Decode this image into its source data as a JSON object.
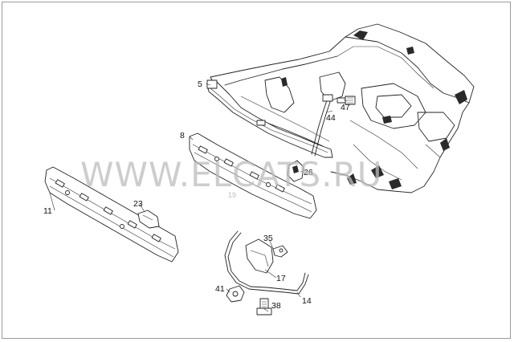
{
  "diagram": {
    "watermark": "WWW.ELCATS.RU",
    "watermark_sub": "19",
    "callouts": [
      {
        "id": "5",
        "label": "5"
      },
      {
        "id": "47",
        "label": "47"
      },
      {
        "id": "44",
        "label": "44"
      },
      {
        "id": "8",
        "label": "8"
      },
      {
        "id": "26",
        "label": "26"
      },
      {
        "id": "23",
        "label": "23"
      },
      {
        "id": "11",
        "label": "11"
      },
      {
        "id": "35",
        "label": "35"
      },
      {
        "id": "17",
        "label": "17"
      },
      {
        "id": "41",
        "label": "41"
      },
      {
        "id": "38",
        "label": "38"
      },
      {
        "id": "14",
        "label": "14"
      }
    ]
  }
}
